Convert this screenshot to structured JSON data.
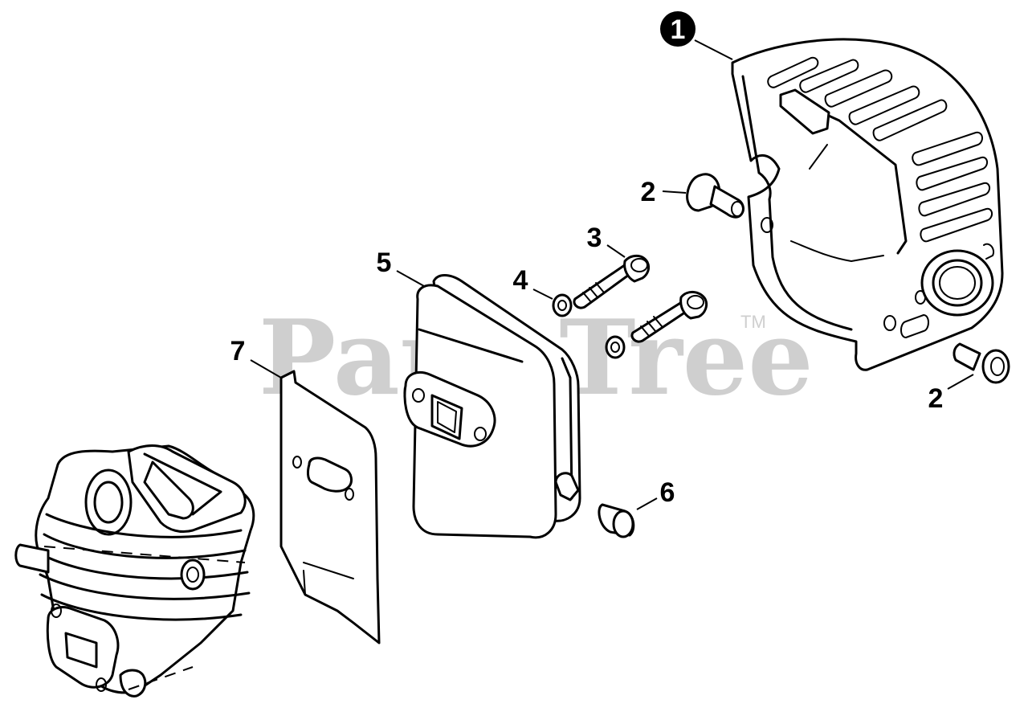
{
  "watermark": {
    "text": "PartsTree",
    "trademark": "TM"
  },
  "callouts": {
    "c1": "1",
    "c2a": "2",
    "c2b": "2",
    "c3": "3",
    "c4": "4",
    "c5": "5",
    "c6": "6",
    "c7": "7"
  },
  "colors": {
    "ink": "#000000",
    "watermark": "#cfcfcf",
    "background": "#ffffff"
  }
}
